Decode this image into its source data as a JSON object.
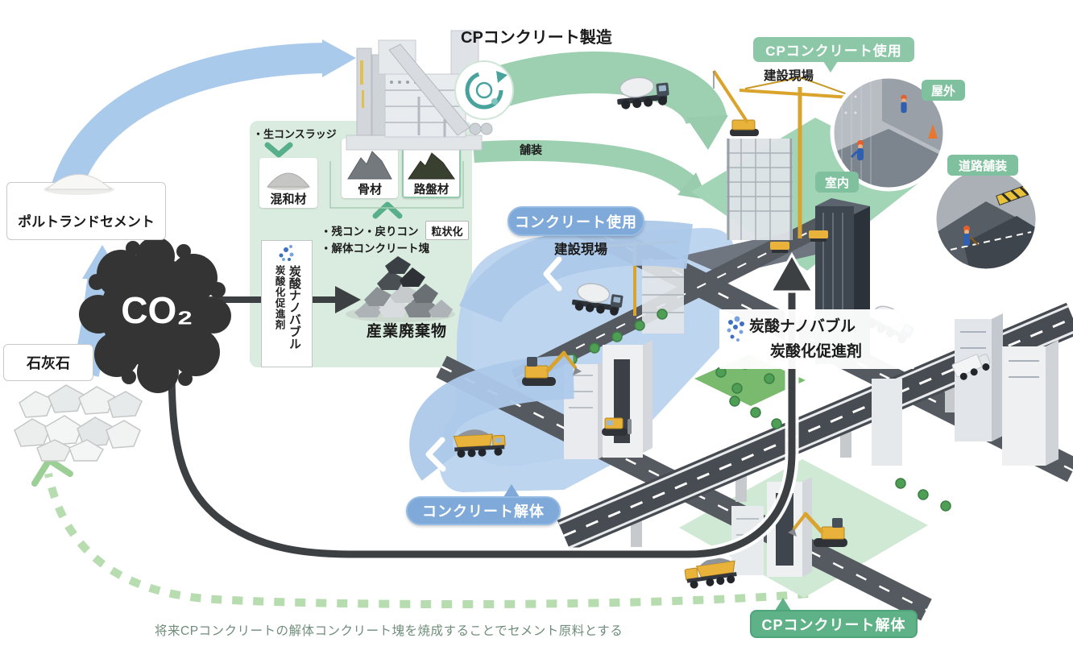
{
  "colors": {
    "badge-blue": "#7fa9d9",
    "badge-green": "#8cc7a7",
    "badge-green-dark": "#5fb287",
    "chip-green": "#7fc09e",
    "panel-green": "#d9ecdf",
    "note-green": "#6f8d7a",
    "arrow-blue": "#aacaec",
    "arrow-green": "#98ccad",
    "band-blue": "#adc9ea",
    "co2-black": "#343434",
    "dashed-green": "#b6dcb0"
  },
  "diagram": {
    "title_manufacturing": "CPコンクリート製造",
    "left_cycle": {
      "portland_cement": "ポルトランドセメント",
      "limestone": "石灰石",
      "co2": "CO₂"
    },
    "plant_panel": {
      "sludge": "・生コンスラッジ",
      "admixture": "混和材",
      "aggregate": "骨材",
      "roadbed": "路盤材",
      "leftover_returned": "・残コン・戻りコン",
      "granulation": "粒状化",
      "demolished_lumps": "・解体コンクリート塊",
      "industrial_waste": "産業廃棄物",
      "nanobubble": "炭酸ナノバブル",
      "accelerator": "炭酸化促進剤"
    },
    "pavement": "舗装",
    "use": {
      "badge": "コンクリート使用",
      "site": "建設現場"
    },
    "cp_use": {
      "badge": "CPコンクリート使用",
      "site": "建設現場",
      "outdoor": "屋外",
      "indoor": "室内",
      "road_paving": "道路舗装"
    },
    "nanobubble_note": {
      "line1": "炭酸ナノバブル",
      "line2": "炭酸化促進剤"
    },
    "demolition_badge": "コンクリート解体",
    "cp_demolition_badge": "CPコンクリート解体",
    "future_note": "将来CPコンクリートの解体コンクリート塊を焼成することでセメント原料とする"
  },
  "icons": {
    "recycle": "circular-arrows",
    "nanobubble": "blue-bubbles"
  }
}
